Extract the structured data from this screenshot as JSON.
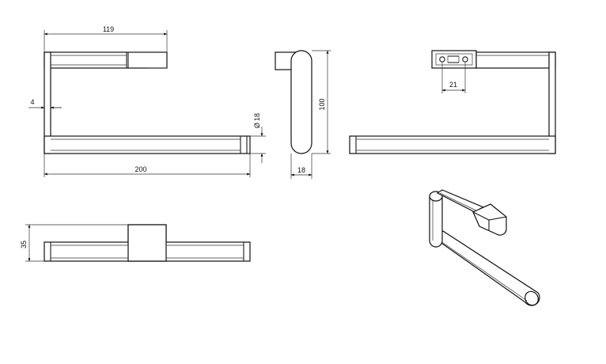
{
  "drawing": {
    "dimensions": {
      "width_top": "119",
      "wall_thickness": "4",
      "bar_diameter": "18",
      "overall_length": "200",
      "side_height": "100",
      "side_width": "18",
      "bracket_spacing": "21",
      "front_height": "35"
    },
    "diameter_symbol": "Ø"
  }
}
